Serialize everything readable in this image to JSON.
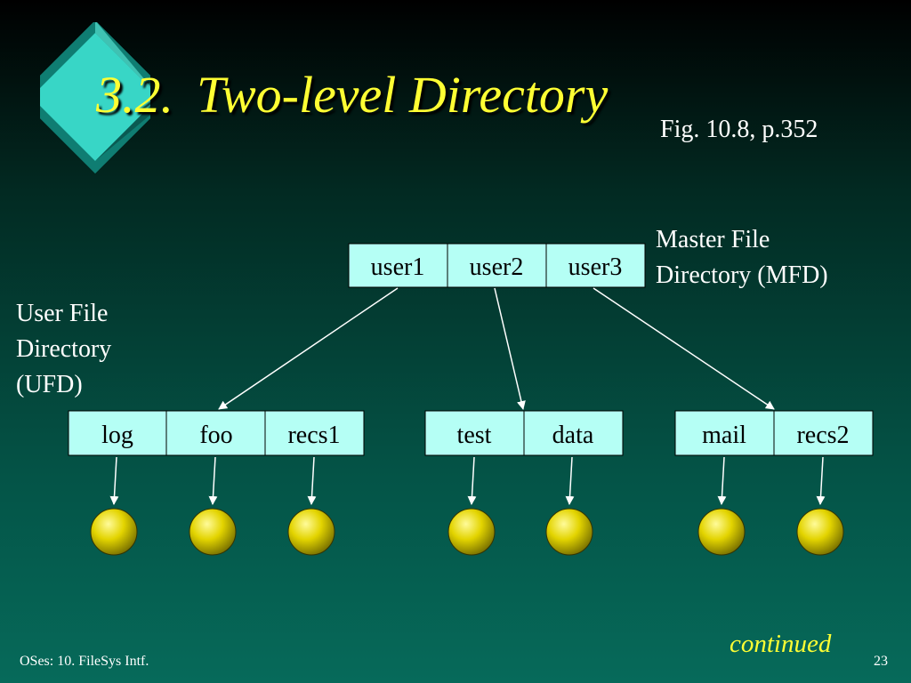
{
  "slide": {
    "title_number": "3.2.",
    "title_text": "Two-level Directory",
    "figure_ref": "Fig. 10.8, p.352",
    "continued": "continued",
    "footer": "OSes: 10. FileSys Intf.",
    "page_number": "23"
  },
  "labels": {
    "mfd_line1": "Master File",
    "mfd_line2": "Directory (MFD)",
    "ufd_line1": "User File",
    "ufd_line2": "Directory",
    "ufd_line3": "(UFD)"
  },
  "mfd": [
    "user1",
    "user2",
    "user3"
  ],
  "ufds": [
    [
      "log",
      "foo",
      "recs1"
    ],
    [
      "test",
      "data"
    ],
    [
      "mail",
      "recs2"
    ]
  ],
  "colors": {
    "cell_fill": "#b5fff5",
    "title": "#ffff33",
    "file_node": "#d4c400"
  }
}
